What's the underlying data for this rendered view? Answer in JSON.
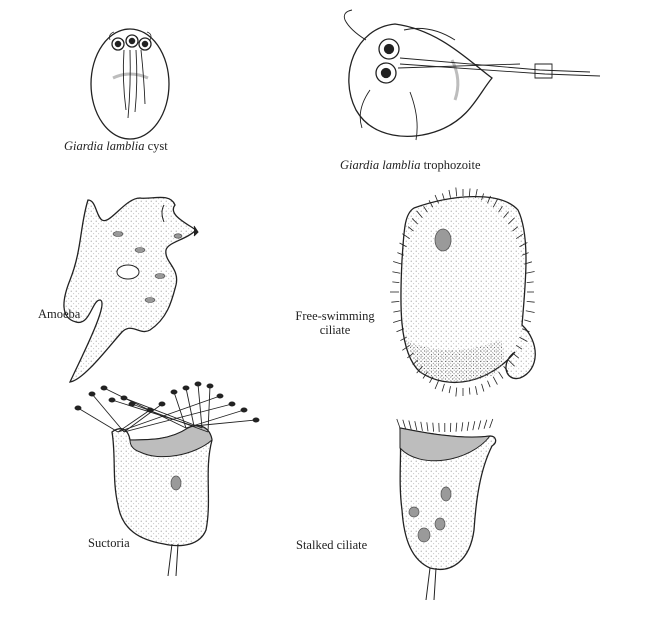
{
  "figure": {
    "labels": {
      "giardia_cyst": {
        "italic": "Giardia lamblia",
        "plain": " cyst"
      },
      "giardia_trophozoite": {
        "italic": "Giardia lamblia",
        "plain": " trophozoite"
      },
      "amoeba": "Amoeba",
      "free_swimming_ciliate_line1": "Free-swimming",
      "free_swimming_ciliate_line2": "ciliate",
      "suctoria": "Suctoria",
      "stalked_ciliate": "Stalked ciliate"
    },
    "colors": {
      "ink": "#222222",
      "stipple": "#8a8a8a",
      "gray_fill": "#bdbdbd"
    }
  }
}
